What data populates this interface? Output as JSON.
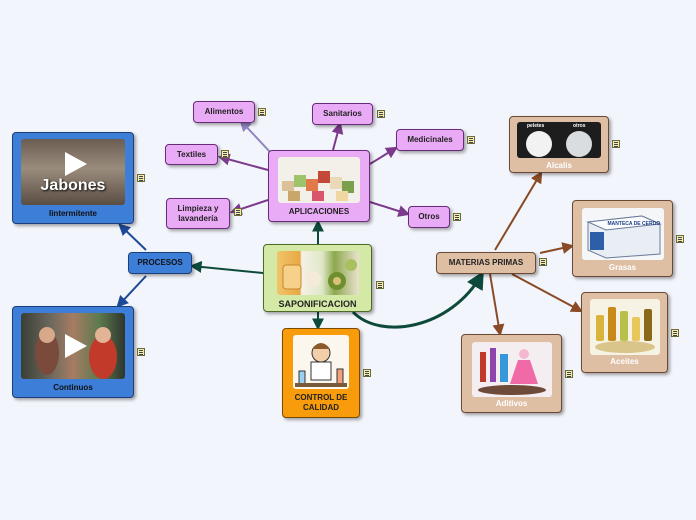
{
  "nodes": {
    "saponificacion": "SAPONIFICACION",
    "aplicaciones": "APLICACIONES",
    "alimentos": "Alimentos",
    "sanitarios": "Sanitarios",
    "textiles": "Textiles",
    "medicinales": "Medicinales",
    "limpieza": "Limpieza y lavandería",
    "otros": "Otros",
    "procesos": "PROCESOS",
    "intermitente": "Iintermitente",
    "continuos": "Continuos",
    "control": "CONTROL DE CALIDAD",
    "materias": "MATERIAS PRIMAS",
    "alcalis": "Alcalis",
    "grasas": "Grasas",
    "aceites": "Aceites",
    "aditivos": "Aditivos"
  },
  "media": {
    "video_title": "Jabones",
    "pellet_label": "peletes",
    "other_label": "otros",
    "box_label": "MANTECA DE CERDO"
  },
  "colors": {
    "violet": "#e9aaf6",
    "blue": "#3d7ed8",
    "tan": "#dfbfa4",
    "green": "#d4e9a6",
    "orange": "#f99c0c",
    "link_violet": "#7b3a8c",
    "link_blue": "#1d4a96",
    "link_brown": "#8a4a25",
    "link_green": "#0e4a3c"
  }
}
